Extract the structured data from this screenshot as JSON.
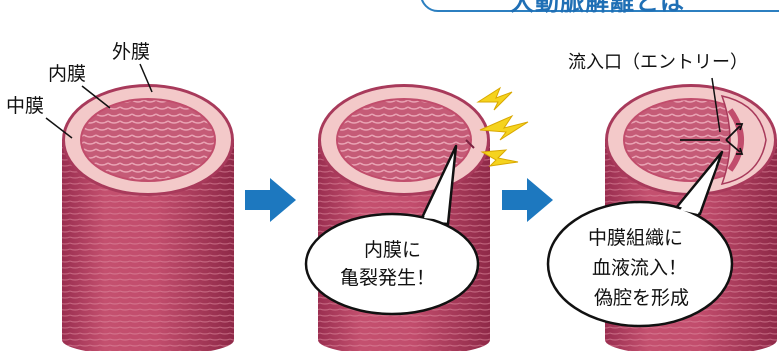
{
  "header": {
    "title": "大動脈解離とは"
  },
  "panel1": {
    "labels": {
      "outer": "外膜",
      "inner": "内膜",
      "middle": "中膜"
    }
  },
  "panel2": {
    "bubble": {
      "line1": "内膜に",
      "line2": "亀裂発生！"
    }
  },
  "panel3": {
    "entry_label": "流入口（エントリー）",
    "bubble": {
      "line1": "中膜組織に",
      "line2": "血液流入！",
      "line3": "偽腔を形成"
    }
  },
  "colors": {
    "vessel_body": "#b94468",
    "vessel_stripe": "#d47c92",
    "vessel_inner": "#c85a78",
    "media_ring": "#f3c9c9",
    "arrow": "#1d78bf",
    "spark": "#f5d31e",
    "title_border": "#2c7fc0"
  },
  "icons": {
    "arrow1": "right-arrow-icon",
    "arrow2": "right-arrow-icon",
    "spark": "lightning-icon"
  }
}
